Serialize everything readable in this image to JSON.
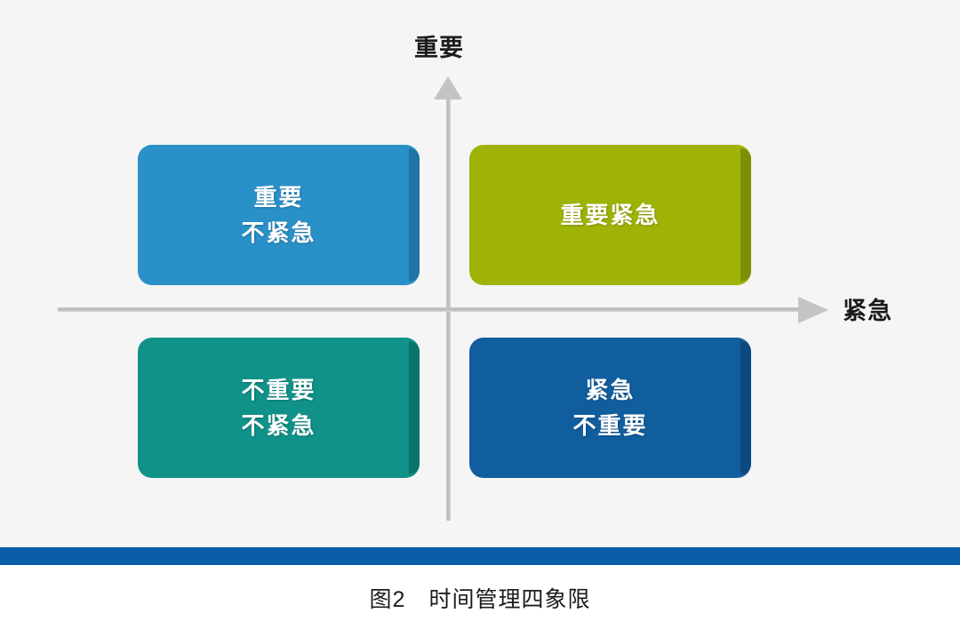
{
  "figure": {
    "caption": "图2　时间管理四象限",
    "background_color": "#f5f5f5",
    "rule_color": "#0a5ea8"
  },
  "axes": {
    "vertical": {
      "label": "重要",
      "arrow_direction": "up",
      "color": "#c4c4c4"
    },
    "horizontal": {
      "label": "紧急",
      "arrow_direction": "right",
      "color": "#c4c4c4"
    }
  },
  "quadrants": [
    {
      "id": "important-not-urgent",
      "position": "top-left",
      "lines": [
        "重要",
        "不紧急"
      ],
      "color": "#2a90c8",
      "shade_color": "#1f74a4"
    },
    {
      "id": "important-urgent",
      "position": "top-right",
      "lines": [
        "重要紧急"
      ],
      "color": "#9fb307",
      "shade_color": "#7e8e05"
    },
    {
      "id": "not-important-not-urgent",
      "position": "bottom-left",
      "lines": [
        "不重要",
        "不紧急"
      ],
      "color": "#109289",
      "shade_color": "#0b736c"
    },
    {
      "id": "urgent-not-important",
      "position": "bottom-right",
      "lines": [
        "紧急",
        "不重要"
      ],
      "color": "#115e9e",
      "shade_color": "#0c4a7e"
    }
  ]
}
